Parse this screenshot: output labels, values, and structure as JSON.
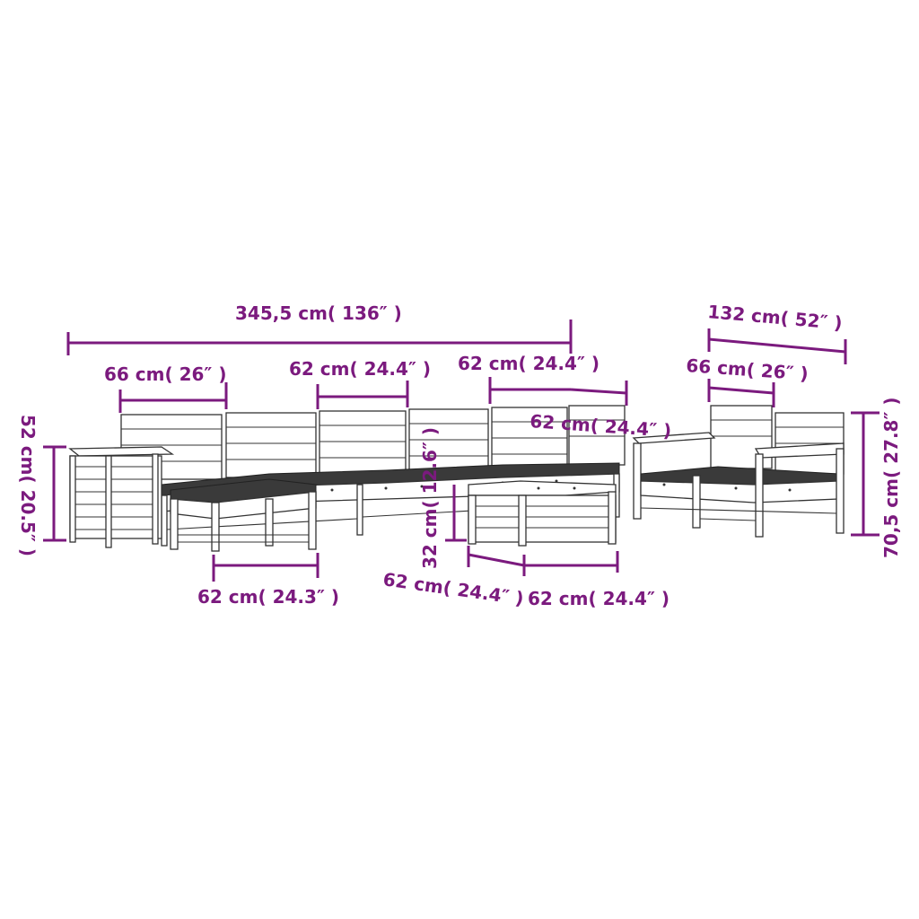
{
  "colors": {
    "dimension": "#7B1A7E",
    "outline": "#333333",
    "background": "#ffffff"
  },
  "dimensions": {
    "total_width": "345,5 cm( 136″ )",
    "corner_width": "66 cm( 26″ )",
    "middle_width": "62 cm( 24.4″ )",
    "end_width": "62 cm( 24.4″ )",
    "end_depth": "62 cm( 24.4″ )",
    "storage_height": "52 cm( 20.5″ )",
    "footstool_width": "62 cm( 24.3″ )",
    "table_height": "32 cm( 12.6″ )",
    "table_depth": "62 cm( 24.4″ )",
    "table_width": "62 cm( 24.4″ )",
    "right_total_width": "132 cm( 52″ )",
    "right_corner_width": "66 cm( 26″ )",
    "right_height": "70,5 cm( 27.8″ )"
  }
}
